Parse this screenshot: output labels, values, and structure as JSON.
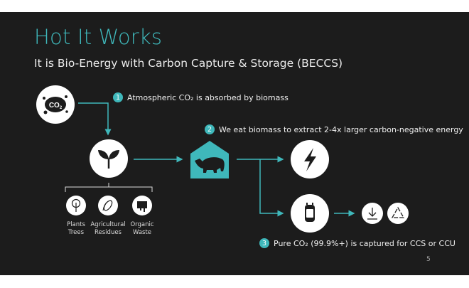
{
  "title": "Hot It Works",
  "subtitle": "It is Bio-Energy with Carbon Capture & Storage (BECCS)",
  "co2_icon_text": "CO2",
  "steps": [
    {
      "number": "1",
      "text": "Atmospheric CO₂ is absorbed by biomass"
    },
    {
      "number": "2",
      "text": "We eat biomass to extract 2-4x larger carbon-negative energy"
    },
    {
      "number": "3",
      "text": "Pure CO₂ (99.9%+) is captured for CCS or CCU"
    }
  ],
  "biomass_sources": [
    {
      "icon": "tree-icon",
      "line1": "Plants",
      "line2": "Trees"
    },
    {
      "icon": "corn-icon",
      "line1": "Agricultural",
      "line2": "Residues"
    },
    {
      "icon": "waste-icon",
      "line1": "Organic",
      "line2": "Waste"
    }
  ],
  "accent_color": "#3fb8bb",
  "page_number": "5"
}
